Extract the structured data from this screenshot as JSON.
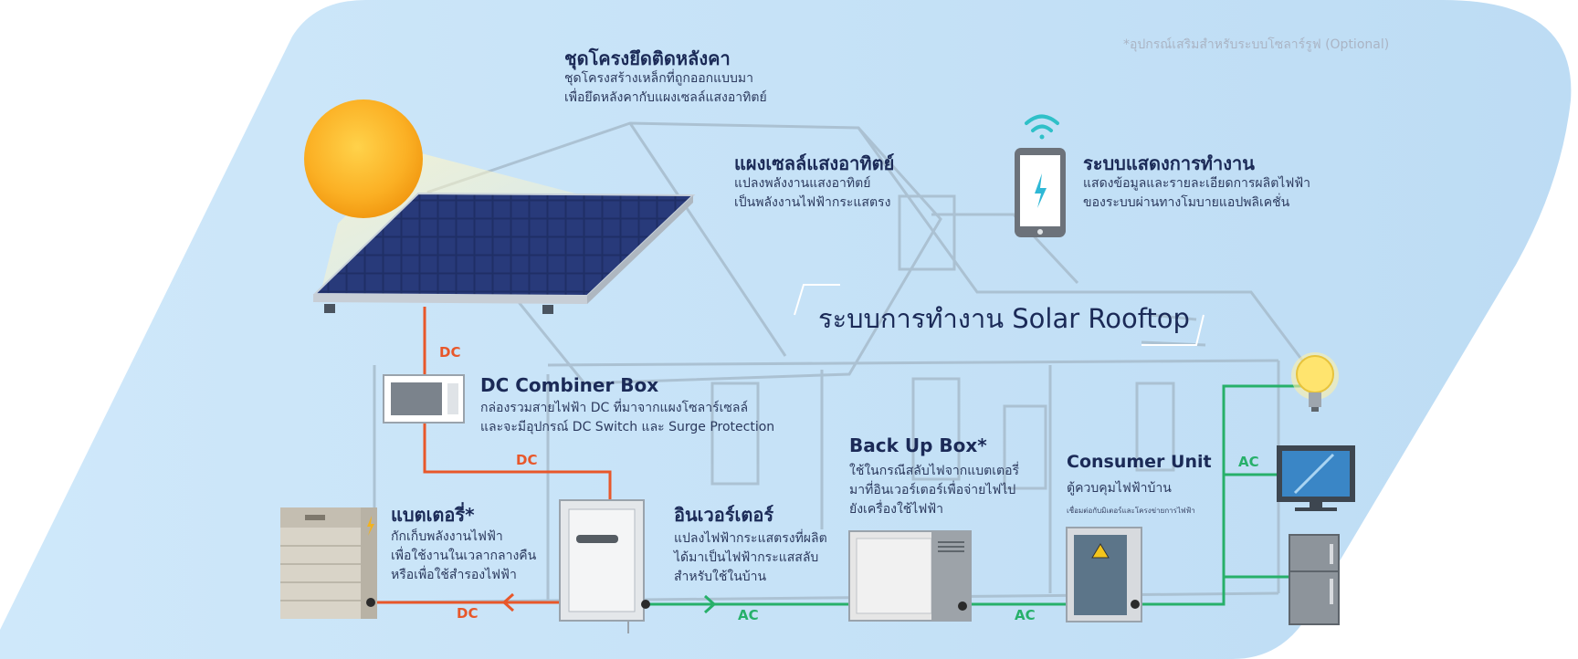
{
  "note": "*อุปกรณ์เสริมสำหรับระบบโซลาร์รูฟ (Optional)",
  "main_title": "ระบบการทำงาน Solar Rooftop",
  "mounting": {
    "title": "ชุดโครงยึดติดหลังคา",
    "desc": [
      "ชุดโครงสร้างเหล็กที่ถูกออกแบบมา",
      "เพื่อยึดหลังคากับแผงเซลล์แสงอาทิตย์"
    ]
  },
  "panel": {
    "title": "แผงเซลล์แสงอาทิตย์",
    "desc": [
      "แปลงพลังงานแสงอาทิตย์",
      "เป็นพลังงานไฟฟ้ากระแสตรง"
    ]
  },
  "monitor": {
    "title": "ระบบแสดงการทำงาน",
    "desc": [
      "แสดงข้อมูลและรายละเอียดการผลิตไฟฟ้า",
      "ของระบบผ่านทางโมบายแอปพลิเคชั่น"
    ]
  },
  "combiner": {
    "title": "DC Combiner Box",
    "desc": [
      "กล่องรวมสายไฟฟ้า DC ที่มาจากแผงโซลาร์เซลล์",
      "และจะมีอุปกรณ์ DC Switch และ Surge Protection"
    ]
  },
  "battery": {
    "title": "แบตเตอรี่*",
    "desc": [
      "กักเก็บพลังงานไฟฟ้า",
      "เพื่อใช้งานในเวลากลางคืน",
      "หรือเพื่อใช้สำรองไฟฟ้า"
    ]
  },
  "inverter": {
    "title": "อินเวอร์เตอร์",
    "desc": [
      "แปลงไฟฟ้ากระแสตรงที่ผลิต",
      "ได้มาเป็นไฟฟ้ากระแสสลับ",
      "สำหรับใช้ในบ้าน"
    ]
  },
  "backup": {
    "title": "Back Up Box*",
    "desc": [
      "ใช้ในกรณีสลับไฟจากแบตเตอรี่",
      "มาที่อินเวอร์เตอร์เพื่อจ่ายไฟไป",
      "ยังเครื่องใช้ไฟฟ้า"
    ]
  },
  "consumer": {
    "title": "Consumer Unit",
    "desc": "ตู้ควบคุมไฟฟ้าบ้าน",
    "small": "เชื่อมต่อกับมิเตอร์และโครงข่ายการไฟฟ้า"
  },
  "labels": {
    "dc": "DC",
    "ac": "AC"
  },
  "colors": {
    "dc_wire": "#e8572a",
    "ac_wire": "#27b06a",
    "title": "#1b2a57",
    "sky": "#c6e3f7"
  },
  "icons": [
    "sun-icon",
    "solar-panel-icon",
    "smartphone-icon",
    "wifi-icon",
    "lightning-icon",
    "combiner-box-icon",
    "battery-icon",
    "inverter-icon",
    "backup-box-icon",
    "consumer-unit-icon",
    "light-bulb-icon",
    "tv-icon",
    "refrigerator-icon",
    "house-outline"
  ]
}
